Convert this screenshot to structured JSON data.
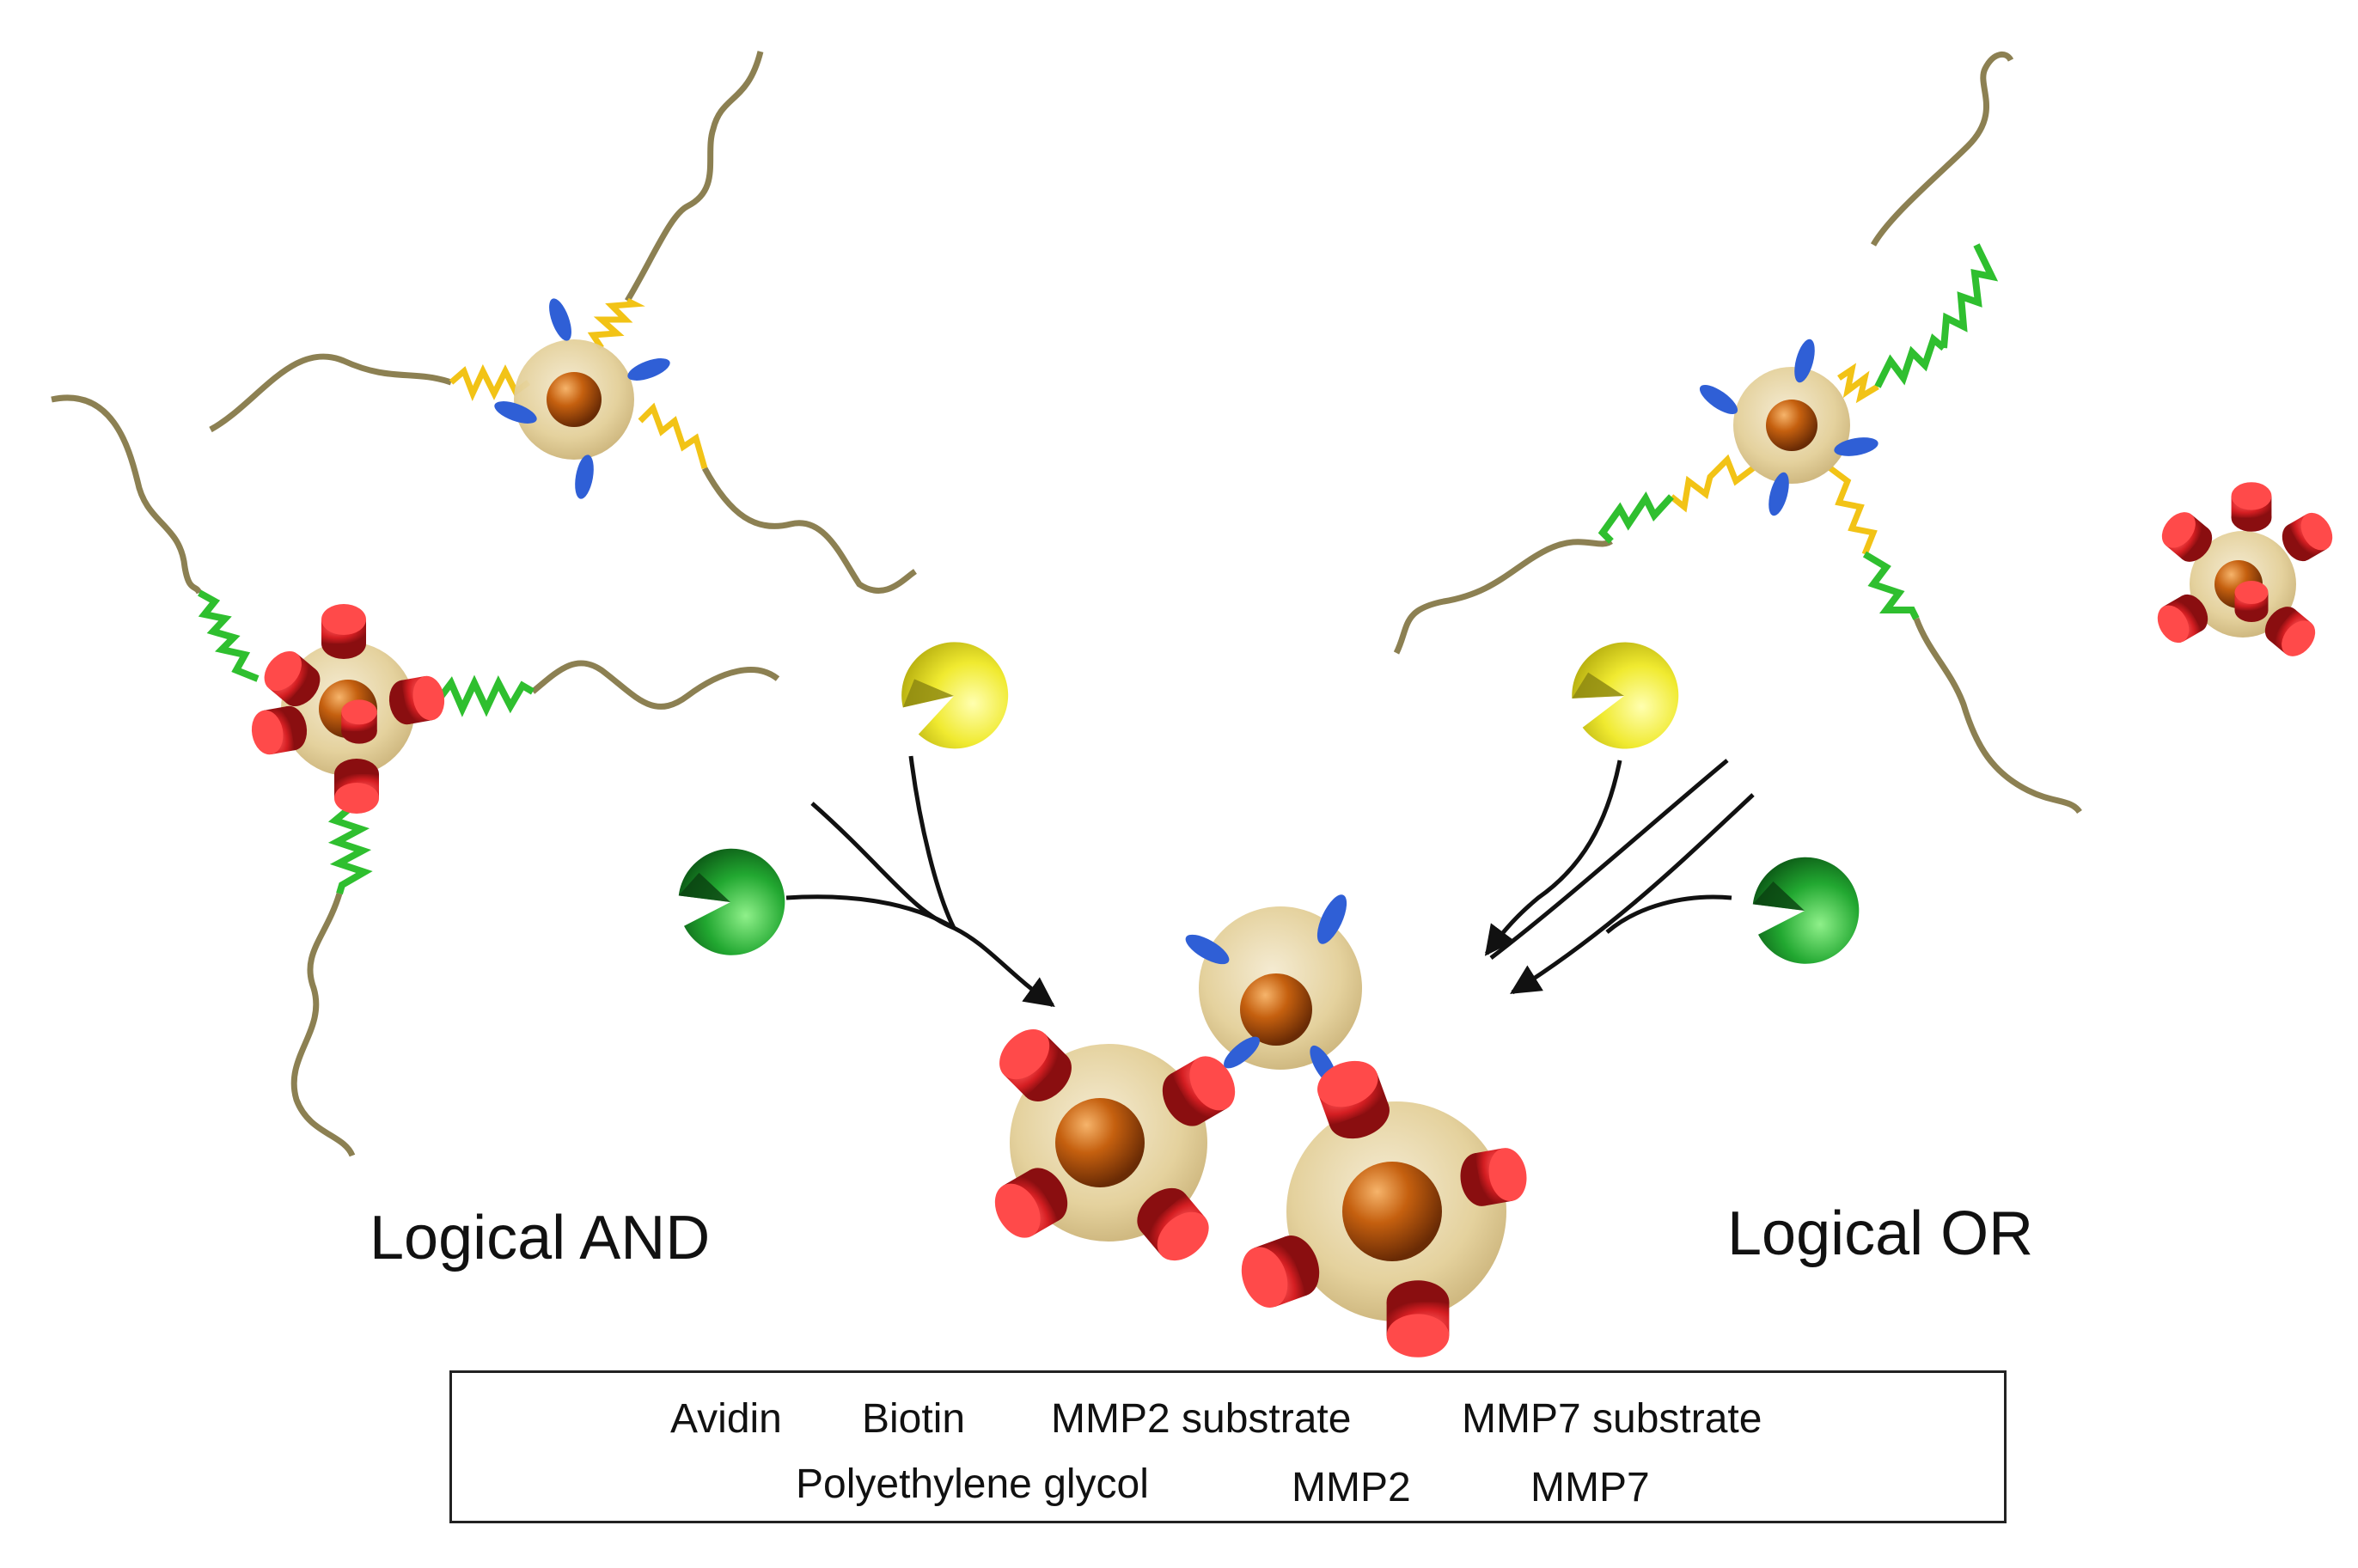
{
  "labels": {
    "logical_and": "Logical AND",
    "logical_or": "Logical OR"
  },
  "legend": {
    "avidin": "Avidin",
    "biotin": "Biotin",
    "mmp2_substrate": "MMP2 substrate",
    "mmp7_substrate": "MMP7 substrate",
    "peg": "Polyethylene glycol",
    "mmp2": "MMP2",
    "mmp7": "MMP7"
  },
  "colors": {
    "avidin": "#cc1f24",
    "biotin": "#2f5fd6",
    "mmp2_substrate": "#f2c316",
    "mmp7_substrate": "#2fbf2f",
    "peg": "#8c8052",
    "mmp2": "#e8e23a",
    "mmp7": "#1f9b2e",
    "shell": "#e8d7a8",
    "core": "#b8520e"
  },
  "icons": {
    "avidin": "avidin-icon",
    "biotin": "biotin-icon",
    "mmp2_substrate": "mmp2-substrate-icon",
    "mmp7_substrate": "mmp7-substrate-icon",
    "peg": "peg-icon",
    "mmp2": "mmp2-enzyme-icon",
    "mmp7": "mmp7-enzyme-icon"
  }
}
